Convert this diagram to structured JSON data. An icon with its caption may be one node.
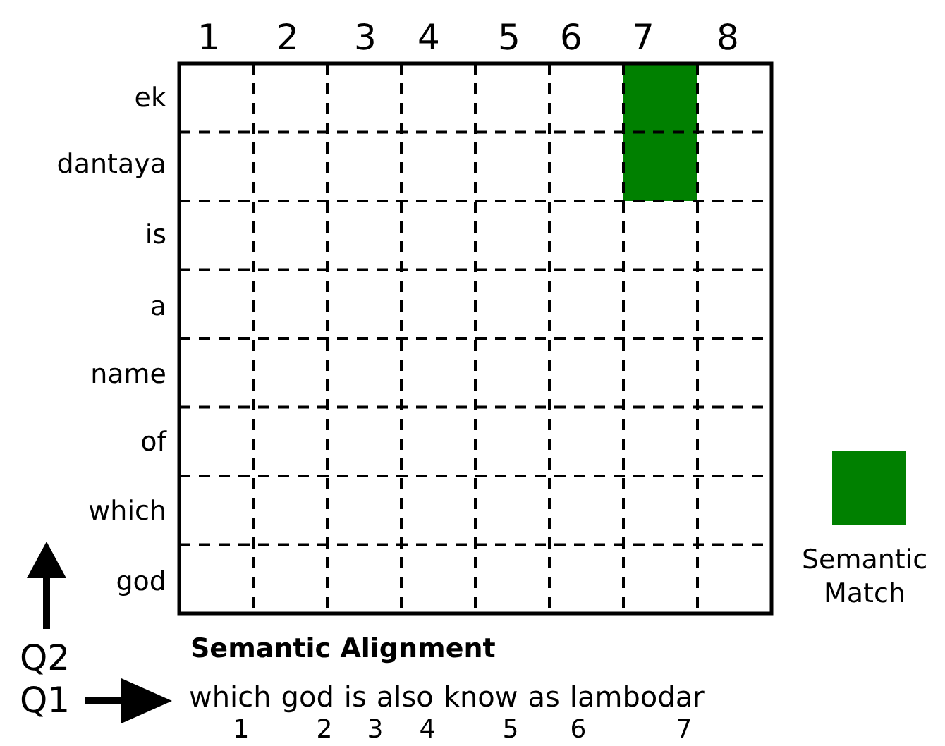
{
  "diagram": {
    "title": "Semantic Alignment",
    "labels": [
      "1",
      "2",
      "3",
      "4",
      "5",
      "6",
      "7",
      "8",
      "ek",
      "dantaya",
      "is",
      "a",
      "name",
      "of",
      "which",
      "god",
      "Q2",
      "Q1",
      "which",
      "god",
      "is",
      "also",
      "know",
      "as",
      "lambodar",
      "1",
      "2",
      "3",
      "4",
      "5",
      "6",
      "7"
    ],
    "legend": [
      {
        "text": "Semantic Match",
        "color": "#008000"
      }
    ]
  }
}
